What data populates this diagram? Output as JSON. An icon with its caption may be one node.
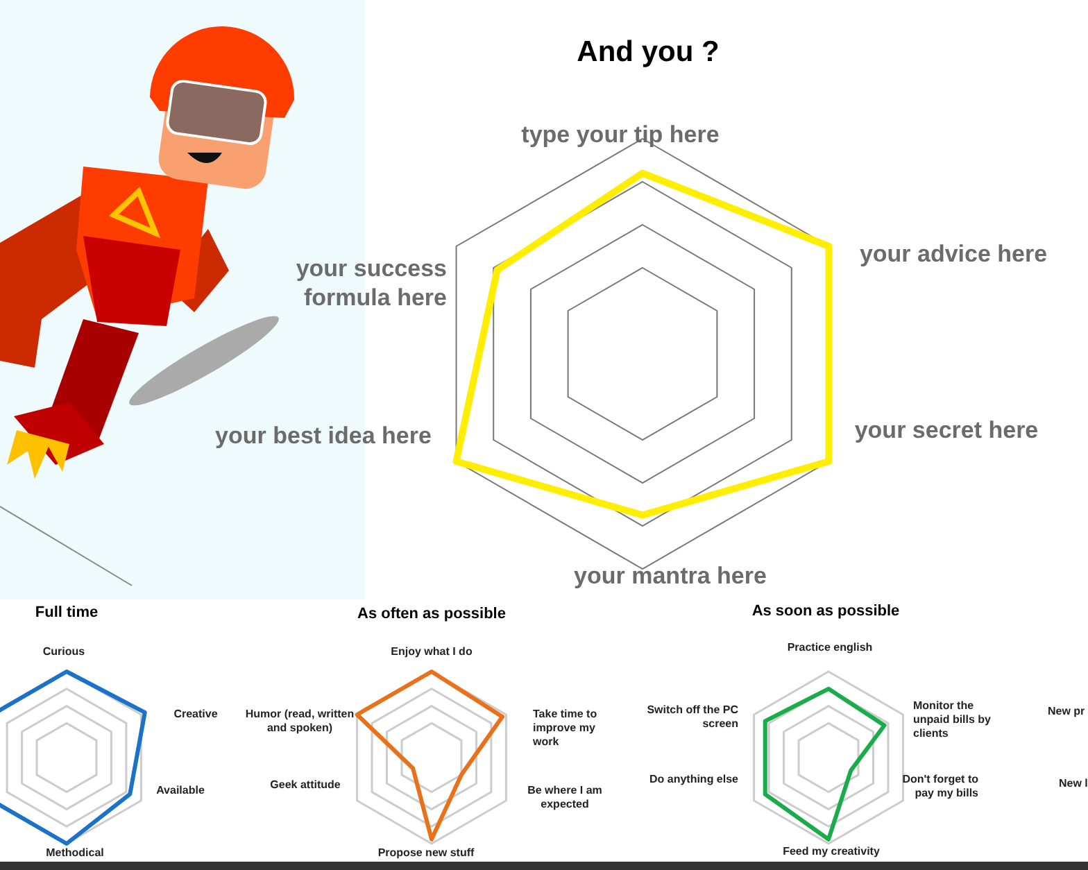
{
  "diagram": {
    "title": "And you ?",
    "labels": [
      "type your tip here",
      "your advice here",
      "your secret here",
      "your mantra here",
      "your best idea here",
      "your success formula here",
      "Full time",
      "Curious",
      "Creative",
      "Available",
      "Methodical",
      "As often as possible",
      "Enjoy what I do",
      "Take time to improve my work",
      "Be where I am expected",
      "Propose new stuff",
      "Geek attitude",
      "Humor (read, written and spoken)",
      "As soon as possible",
      "Practice english",
      "Monitor the unpaid bills by clients",
      "Don't forget to pay my bills",
      "Feed my creativity",
      "Do anything else",
      "Switch off the PC screen",
      "New pr",
      "New l"
    ]
  }
}
